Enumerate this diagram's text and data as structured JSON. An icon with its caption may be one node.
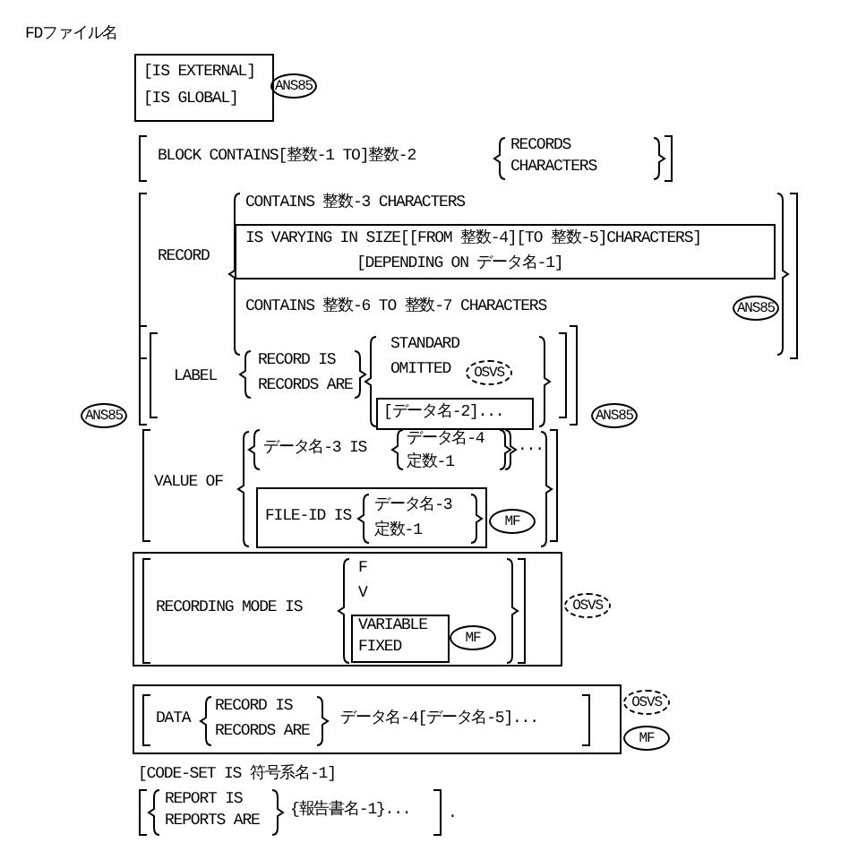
{
  "diagram": {
    "nodes": [
      {
        "text": [
          "[IS EXTERNAL]",
          "[IS GLOBAL]"
        ]
      },
      {
        "text": [
          "ANS85"
        ]
      },
      {
        "text": [
          "IS VARYING IN SIZE[[FROM 整数-4][TO 整数-5]CHARACTERS]",
          "[DEPENDING ON データ名-1]"
        ]
      },
      {
        "text": [
          "ANS85"
        ]
      },
      {
        "text": [
          "ANS85"
        ]
      },
      {
        "text": [
          "OSVS"
        ]
      },
      {
        "text": [
          "[データ名-2]..."
        ]
      },
      {
        "text": [
          "ANS85"
        ]
      },
      {
        "text": [
          "FILE-ID IS",
          "データ名-3",
          "定数-1"
        ]
      },
      {
        "text": [
          "MF"
        ]
      },
      {
        "text": [
          "RECORDING MODE IS",
          "F",
          "V"
        ]
      },
      {
        "text": [
          "VARIABLE",
          "FIXED"
        ],
        "in": 10
      },
      {
        "text": [
          "MF"
        ],
        "in": 10
      },
      {
        "text": [
          "OSVS"
        ]
      },
      {
        "text": [
          "DATA",
          "RECORD IS",
          "RECORDS ARE",
          "データ名-4[データ名-5]..."
        ]
      },
      {
        "text": [
          "OSVS"
        ]
      },
      {
        "text": [
          "MF"
        ]
      }
    ],
    "labels": [
      "FDファイル名",
      "BLOCK CONTAINS[整数-1 TO]整数-2",
      "RECORDS",
      "CHARACTERS",
      "RECORD",
      "CONTAINS 整数-3 CHARACTERS",
      "CONTAINS 整数-6 TO 整数-7 CHARACTERS",
      "LABEL",
      "RECORD IS",
      "RECORDS ARE",
      "STANDARD",
      "OMITTED",
      "VALUE OF",
      "データ名-3 IS",
      "データ名-4",
      "定数-1",
      "...",
      "[CODE-SET IS 符号系名-1]",
      "REPORT IS",
      "REPORTS ARE",
      "{報告書名-1}...",
      "."
    ]
  }
}
